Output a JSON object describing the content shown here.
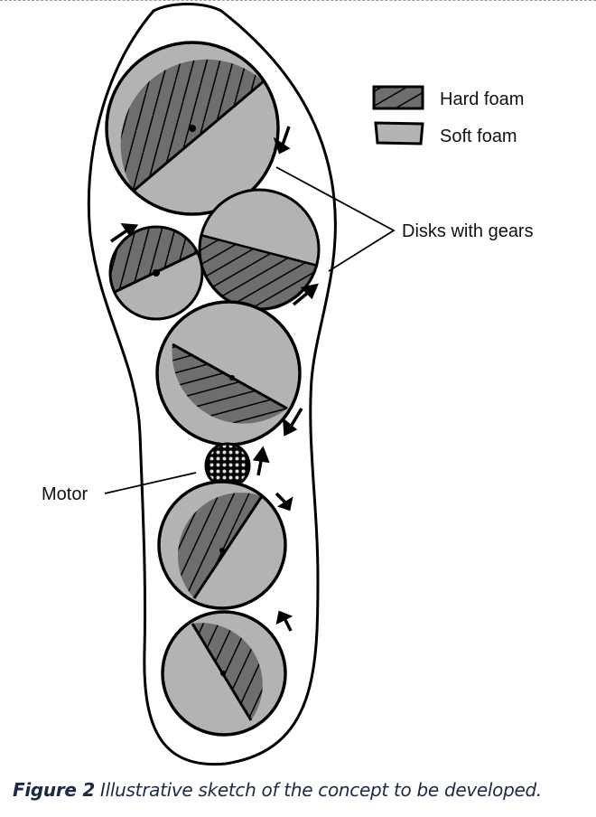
{
  "figure": {
    "number_label": "Figure 2",
    "caption_text": " Illustrative sketch of the concept to be developed."
  },
  "legend": {
    "items": [
      {
        "label": "Hard foam",
        "fill": "#6e6e6e",
        "hatched": true
      },
      {
        "label": "Soft foam",
        "fill": "#b3b3b3",
        "hatched": false
      }
    ]
  },
  "annotations": {
    "disks": "Disks with gears",
    "motor": "Motor"
  },
  "colors": {
    "hard_foam": "#6e6e6e",
    "soft_foam": "#b3b3b3",
    "outline": "#000000",
    "caption": "#1c2a44"
  }
}
